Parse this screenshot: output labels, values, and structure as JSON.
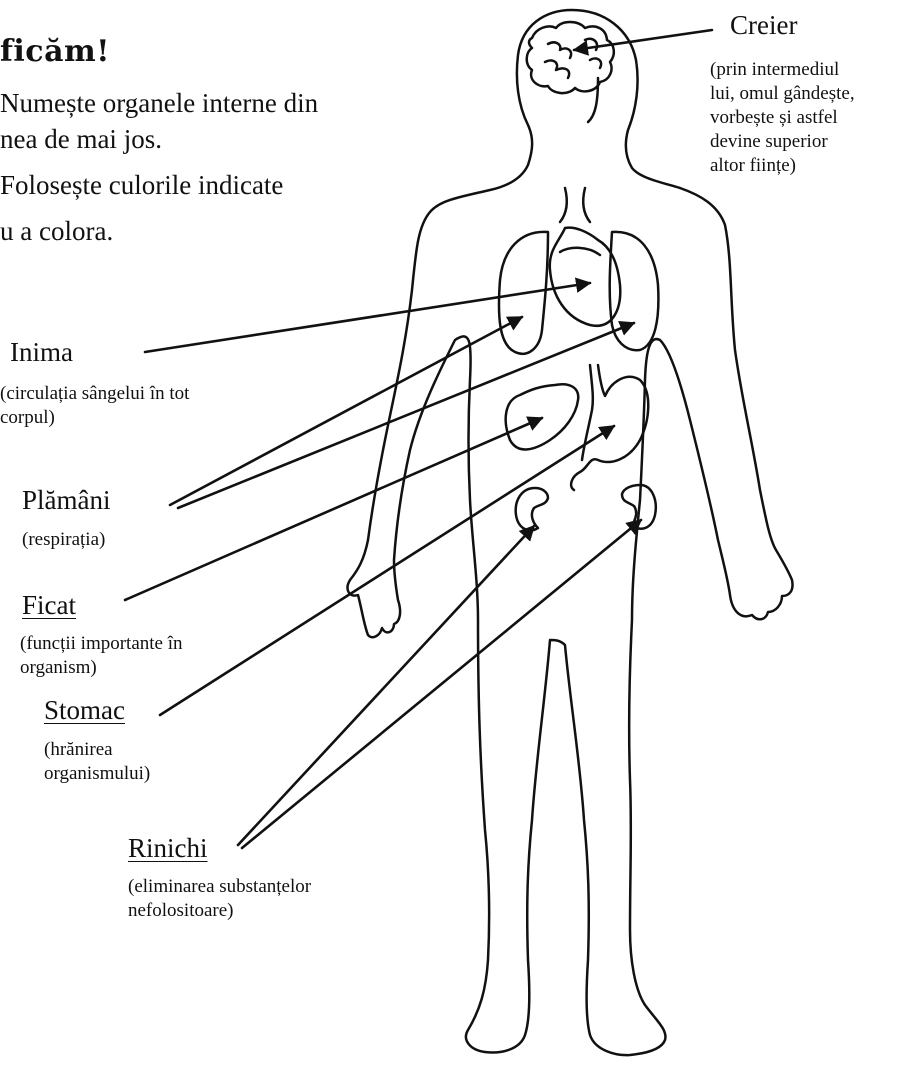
{
  "title": "ficăm!",
  "instructions": [
    "Numește organele interne din",
    "nea de mai jos.",
    "Folosește culorile indicate",
    "u a colora."
  ],
  "labels": {
    "creier": {
      "name": "Creier",
      "desc": [
        "(prin intermediul",
        "lui, omul gândește,",
        "vorbește și astfel",
        "devine superior",
        "altor ființe)"
      ]
    },
    "inima": {
      "name": "Inima",
      "desc": [
        "(circulația sângelui în tot",
        "corpul)"
      ]
    },
    "plamani": {
      "name": "Plămâni",
      "desc": [
        "(respirația)"
      ]
    },
    "ficat": {
      "name": "Ficat",
      "desc": [
        "(funcții importante în",
        "organism)"
      ]
    },
    "stomac": {
      "name": "Stomac",
      "desc": [
        "(hrănirea",
        "organismului)"
      ]
    },
    "rinichi": {
      "name": "Rinichi",
      "desc": [
        "(eliminarea substanțelor",
        "nefolositoare)"
      ]
    }
  }
}
